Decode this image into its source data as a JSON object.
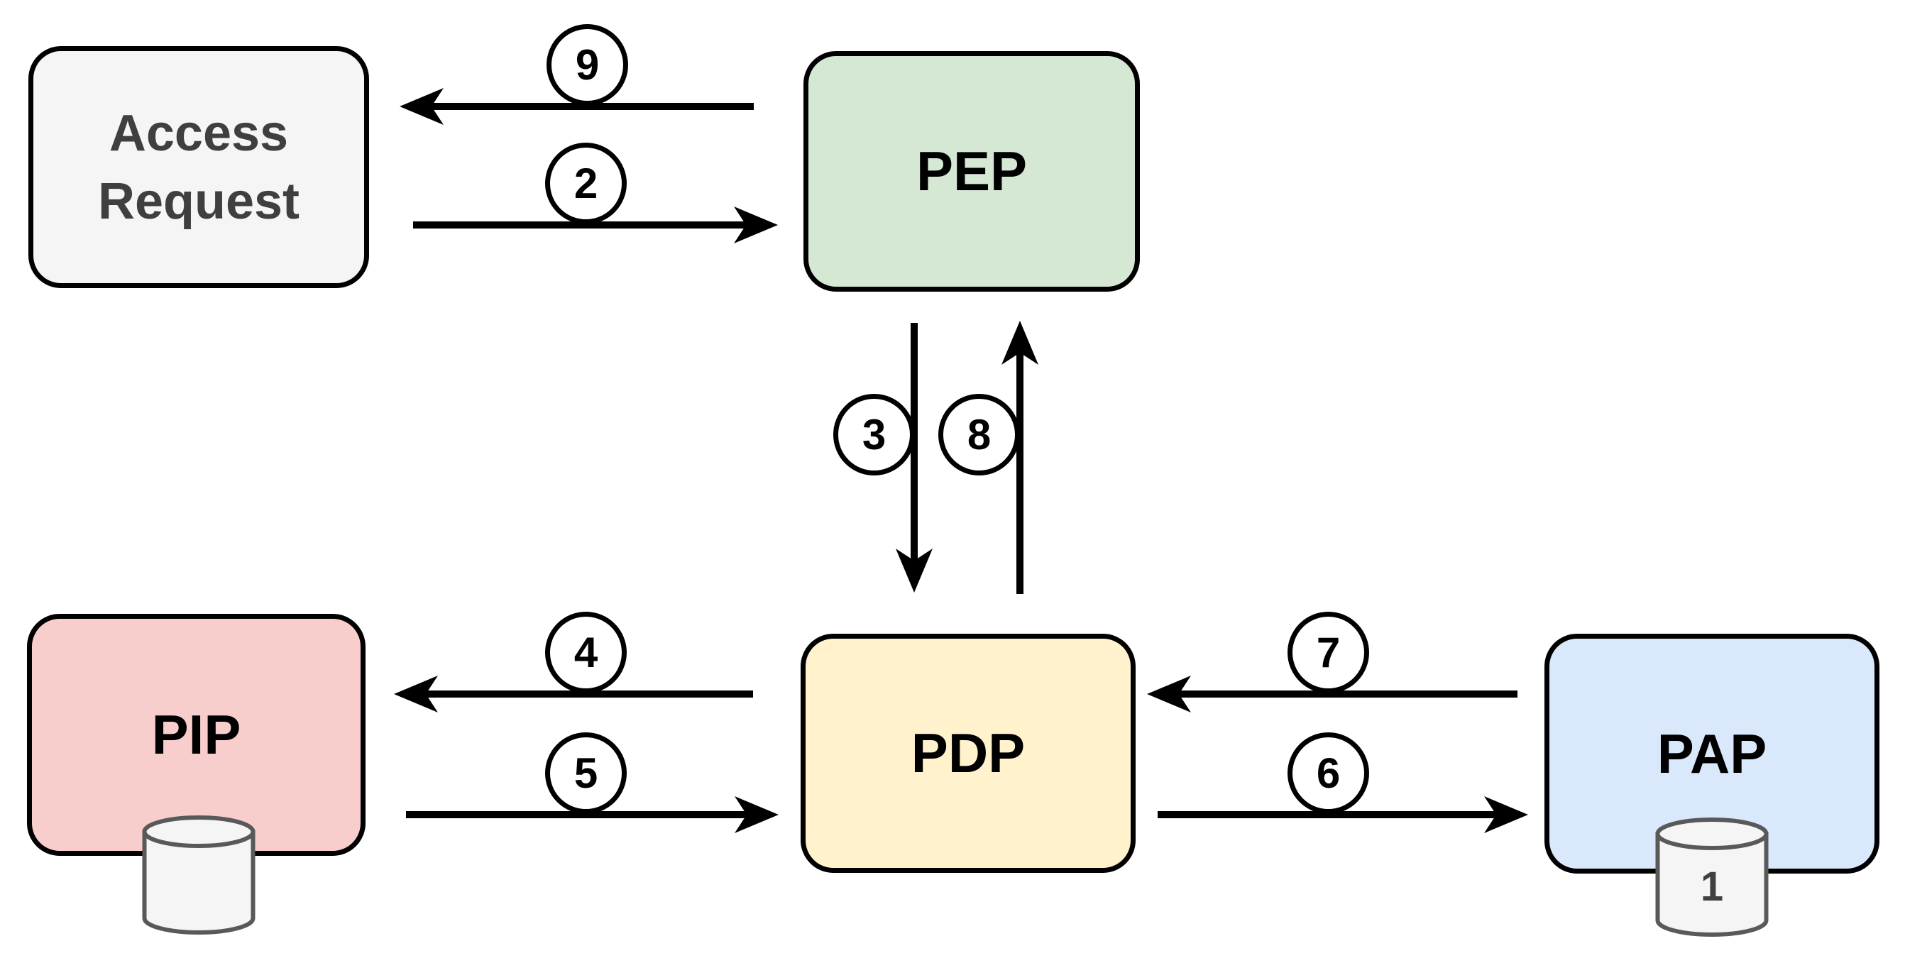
{
  "diagram": {
    "background": "#ffffff",
    "nodes": {
      "access_request": {
        "label": "Access\nRequest",
        "fill": "#f5f5f5",
        "border": "#000000",
        "text_color": "#3f3f3f"
      },
      "pep": {
        "label": "PEP",
        "fill": "#d5e8d4",
        "border": "#000000",
        "text_color": "#000000"
      },
      "pdp": {
        "label": "PDP",
        "fill": "#fff2cc",
        "border": "#000000",
        "text_color": "#000000"
      },
      "pip": {
        "label": "PIP",
        "fill": "#f8cecc",
        "border": "#000000",
        "text_color": "#000000"
      },
      "pap": {
        "label": "PAP",
        "fill": "#dae8fc",
        "border": "#000000",
        "text_color": "#000000"
      }
    },
    "step_badges": {
      "step9": "9",
      "step2": "2",
      "step3": "3",
      "step8": "8",
      "step4": "4",
      "step5": "5",
      "step7": "7",
      "step6": "6"
    },
    "databases": {
      "pip_store": {
        "label": "",
        "fill": "#f5f5f5",
        "border": "#595959"
      },
      "pap_store": {
        "label": "1",
        "fill": "#f5f5f5",
        "border": "#595959",
        "text_color": "#404040"
      }
    },
    "colors": {
      "arrow": "#000000",
      "badge_background": "#ffffff",
      "badge_border": "#000000"
    }
  }
}
